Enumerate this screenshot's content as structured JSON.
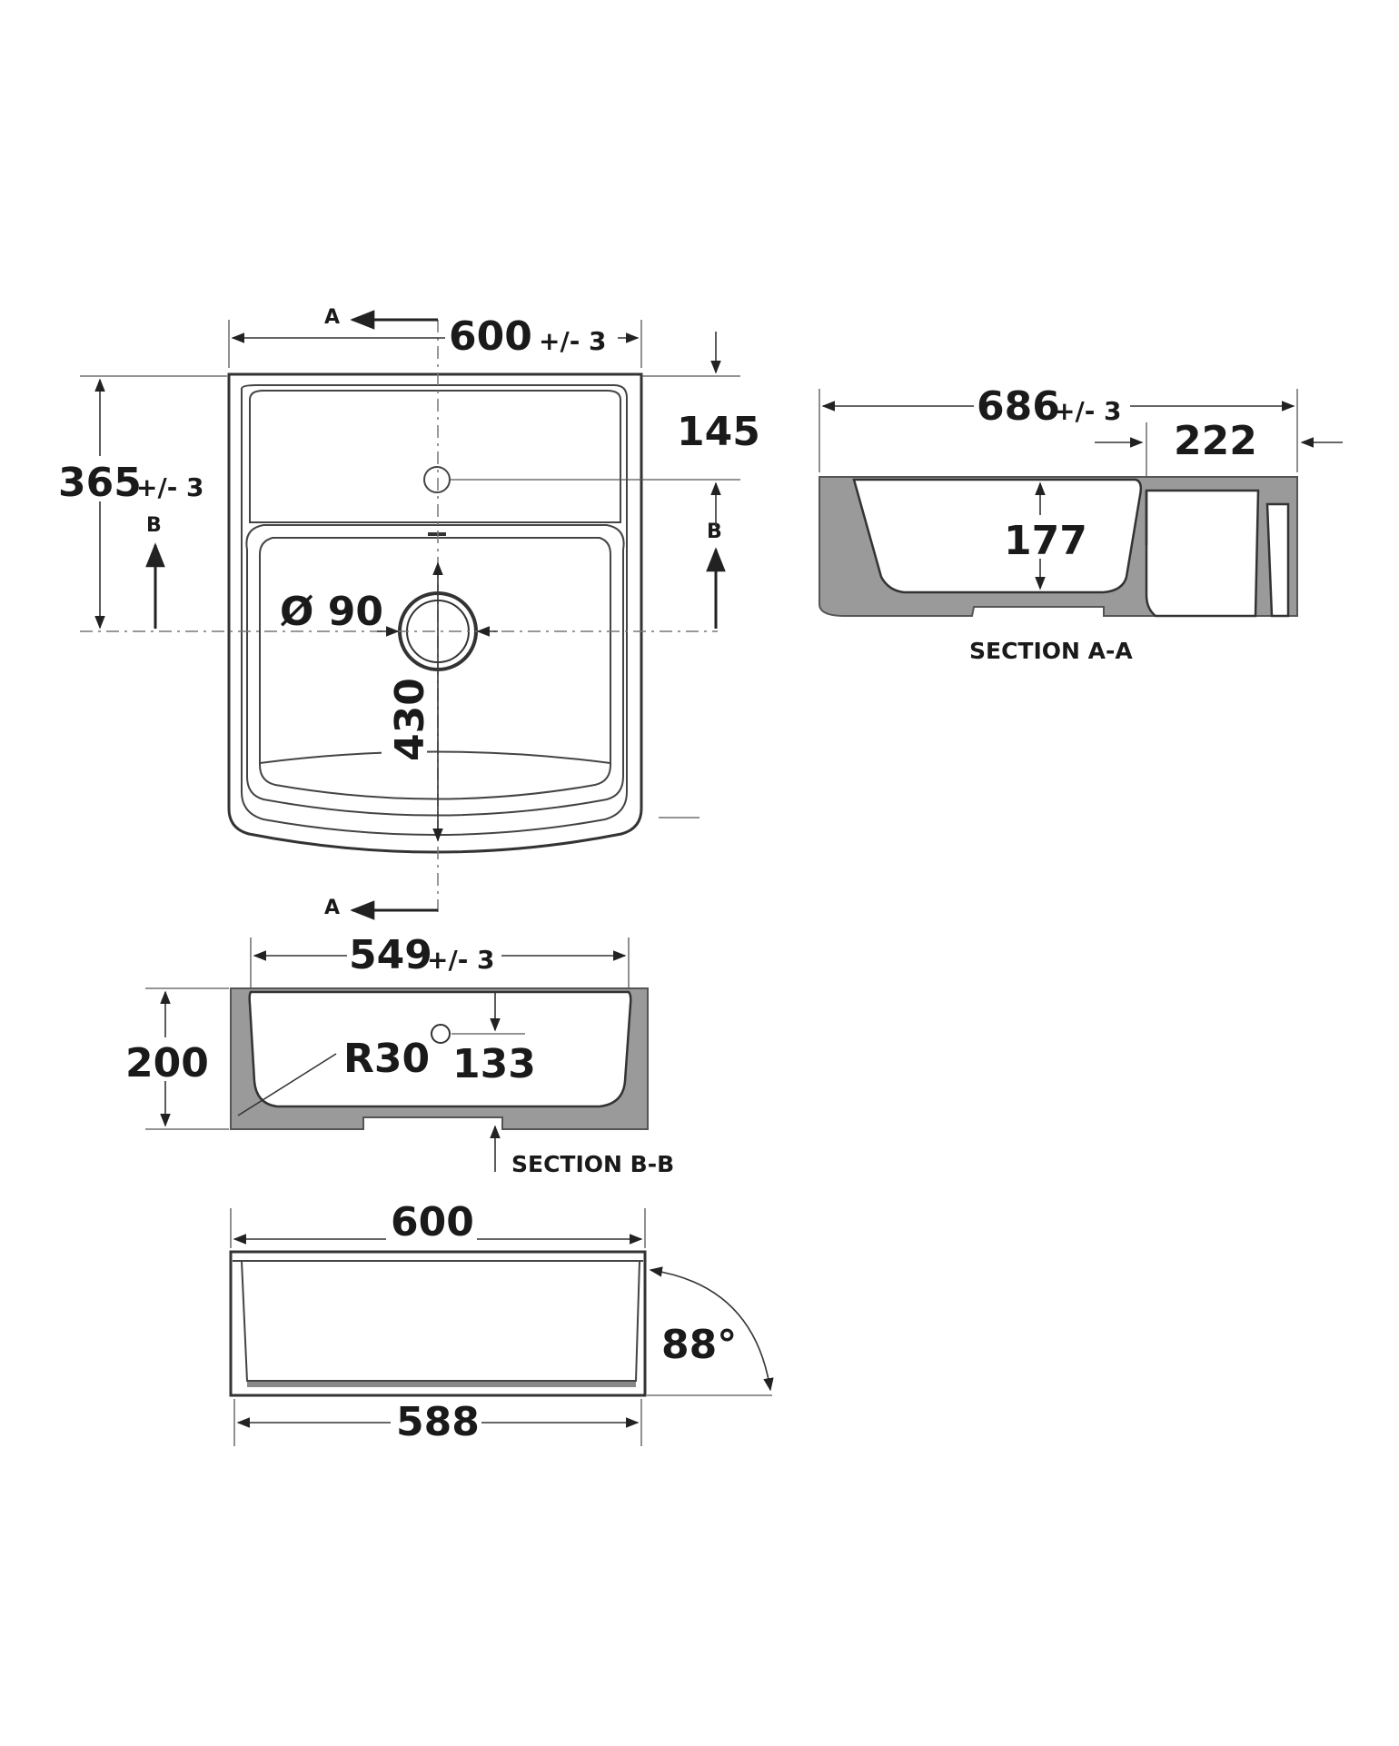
{
  "top_view": {
    "width_value": "600",
    "width_tolerance": "+/- 3",
    "depth_value": "365",
    "depth_tolerance": "+/- 3",
    "tap_offset": "145",
    "waste_diameter": "Ø 90",
    "bowl_depth": "430",
    "section_mark_a": "A",
    "section_mark_b": "B"
  },
  "section_a": {
    "overall_value": "686",
    "overall_tolerance": "+/- 3",
    "shelf_depth": "222",
    "bowl_height": "177",
    "label": "SECTION A-A"
  },
  "section_b": {
    "width_value": "549",
    "width_tolerance": "+/- 3",
    "height_value": "200",
    "radius": "R30",
    "tap_height": "133",
    "label": "SECTION B-B"
  },
  "front_view": {
    "top_width": "600",
    "bottom_width": "588",
    "angle": "88°"
  }
}
